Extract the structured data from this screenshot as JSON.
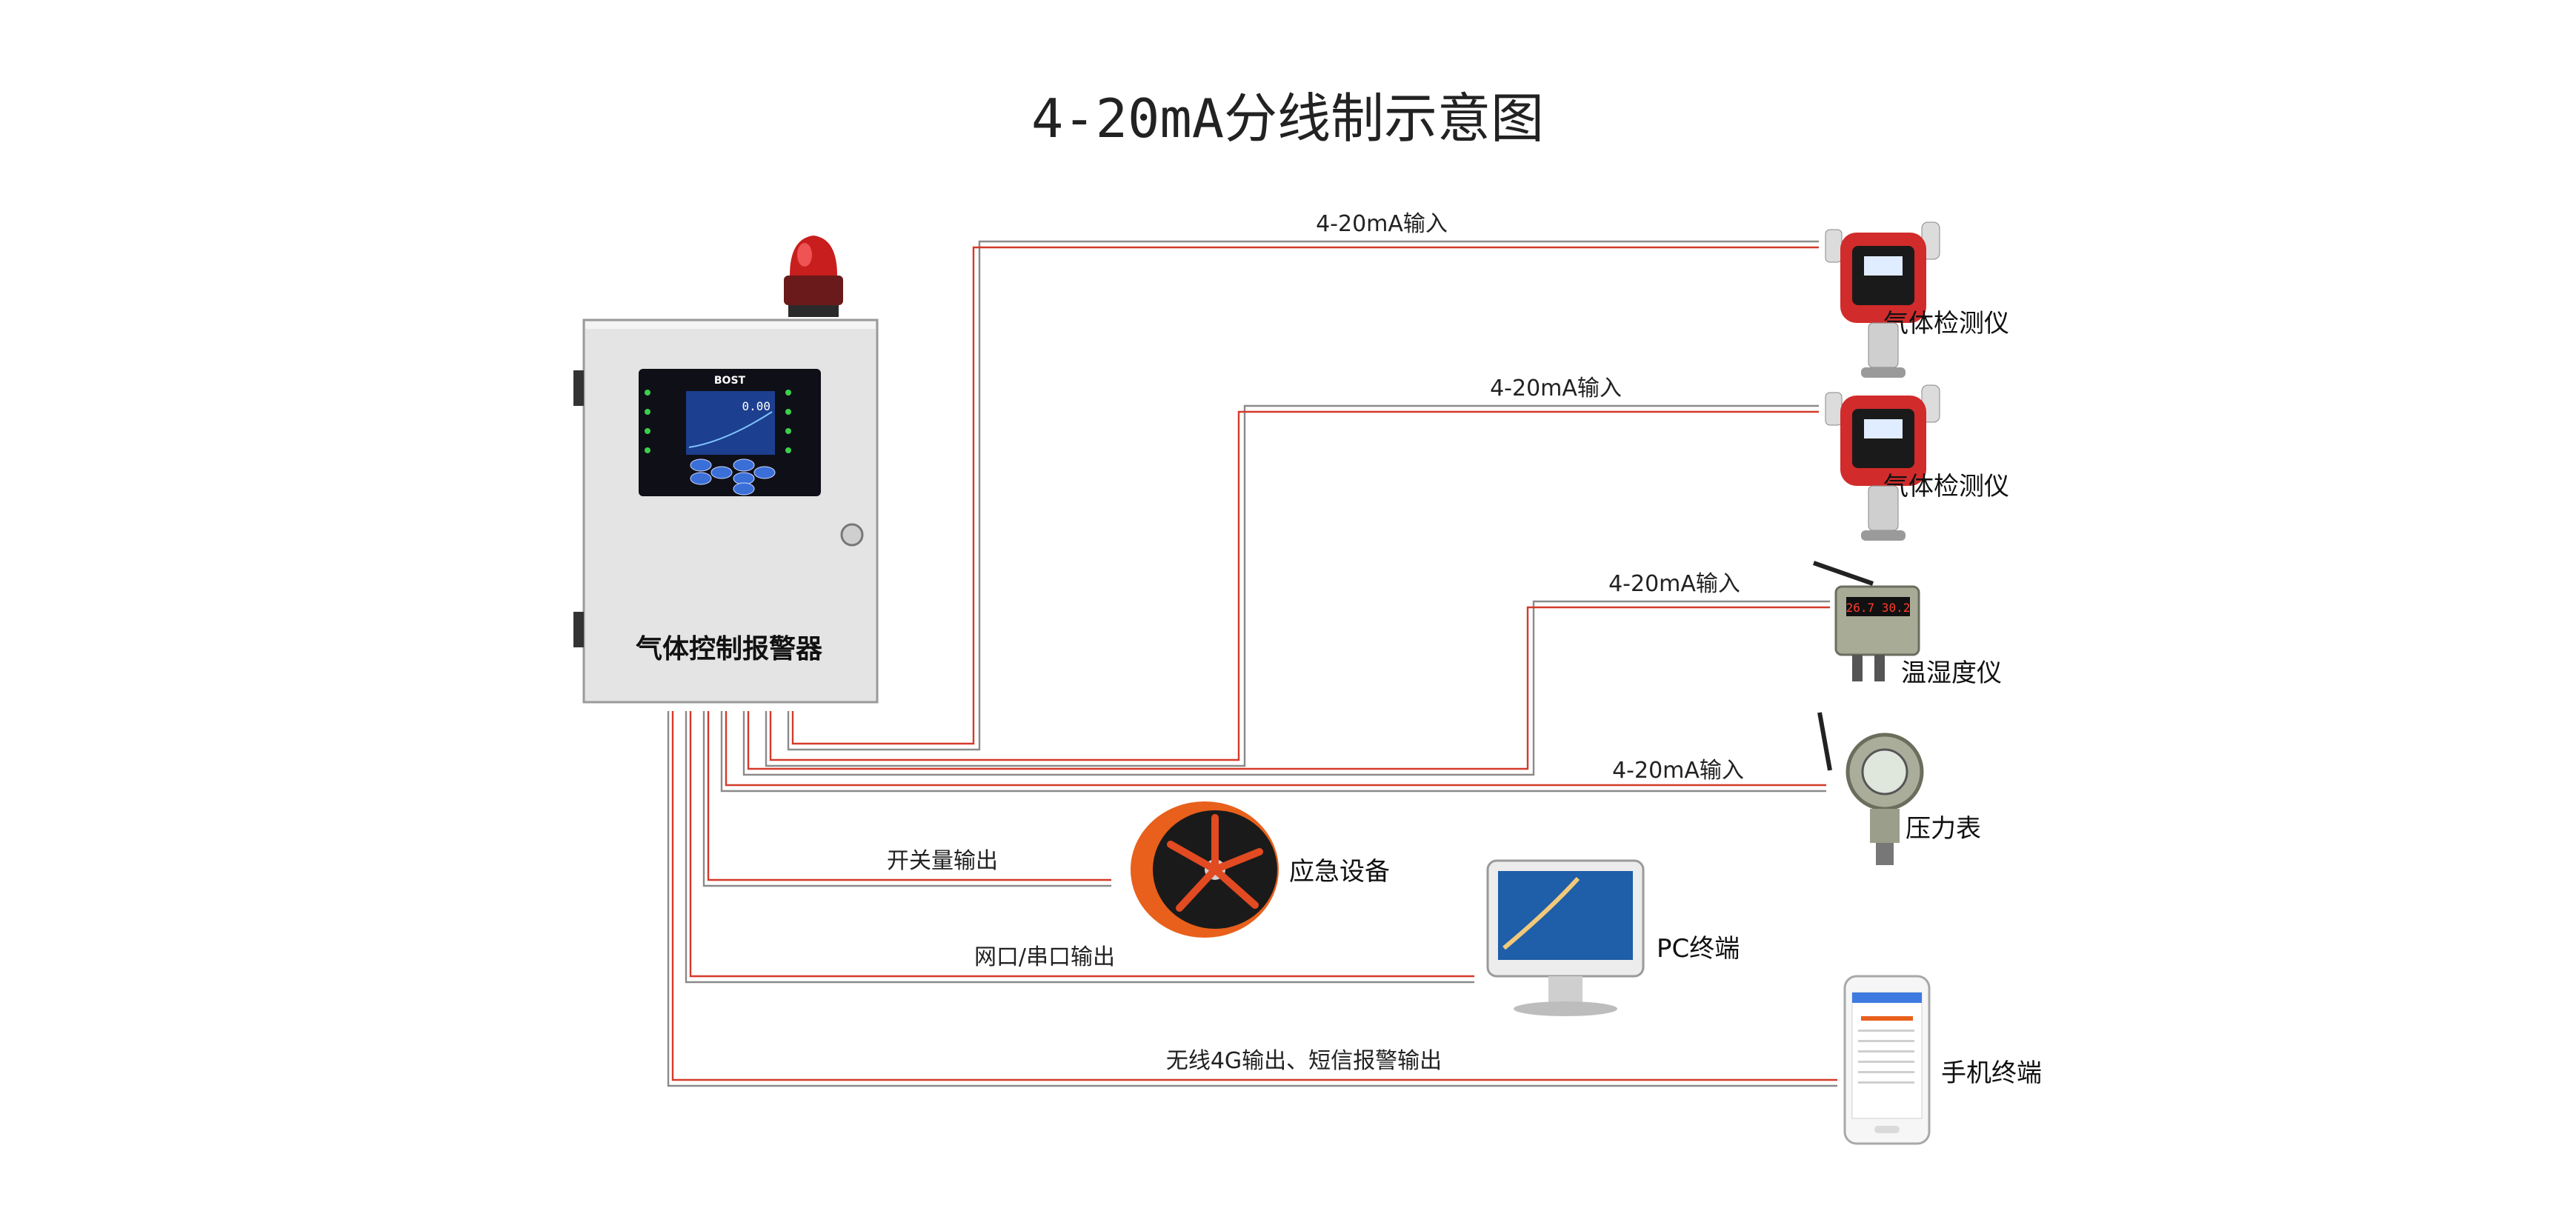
{
  "title": "4-20mA分线制示意图",
  "controller": {
    "panel_label": "气体控制报警器",
    "brand": "BOST",
    "display_value": "0.00"
  },
  "links": [
    {
      "label": "4-20mA输入",
      "device": "气体检测仪"
    },
    {
      "label": "4-20mA输入",
      "device": "气体检测仪"
    },
    {
      "label": "4-20mA输入",
      "device": "温湿度仪"
    },
    {
      "label": "4-20mA输入",
      "device": "压力表"
    },
    {
      "label": "开关量输出",
      "device": "应急设备"
    },
    {
      "label": "网口/串口输出",
      "device": "PC终端"
    },
    {
      "label": "无线4G输出、短信报警输出",
      "device": "手机终端"
    }
  ],
  "humidity_readout": "26.7 30.2",
  "colors": {
    "wire_outer": "#8a8a8a",
    "wire_inner": "#d43a2a",
    "detector_red": "#d22b2b",
    "fan_orange": "#e8601c"
  }
}
